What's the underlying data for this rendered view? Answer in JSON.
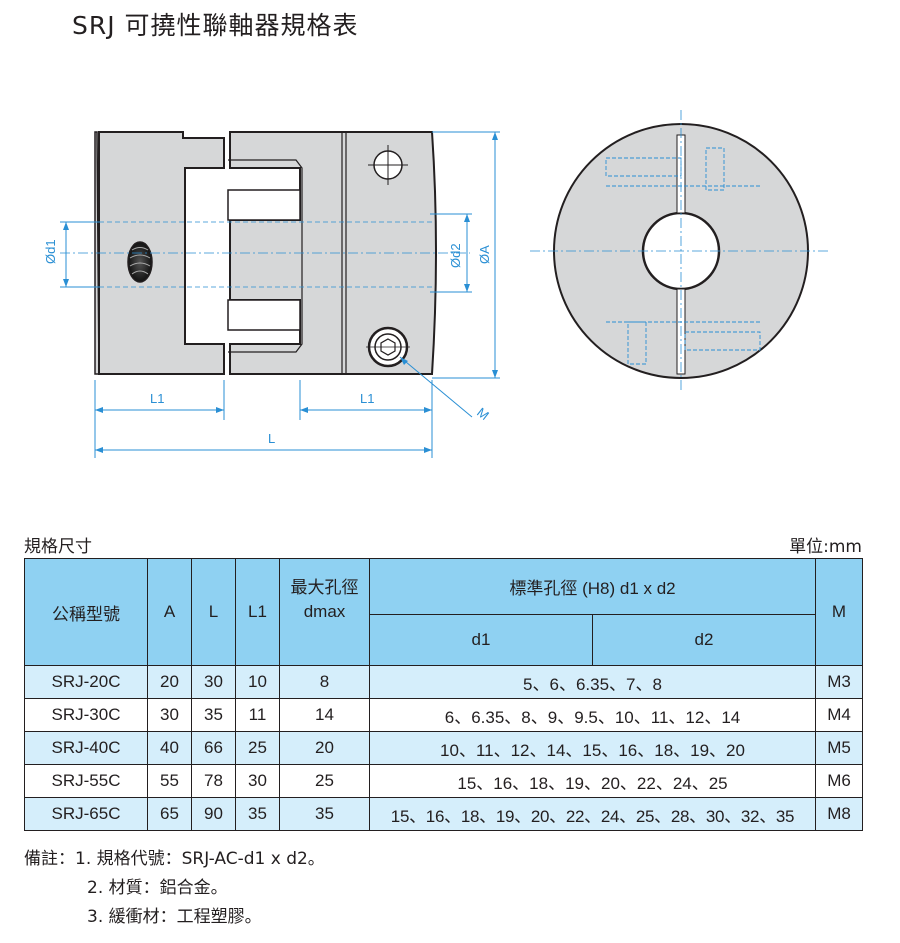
{
  "title": "SRJ 可撓性聯軸器規格表",
  "drawing": {
    "labels": {
      "d1": "Ød1",
      "d2": "Ød2",
      "a": "ØA",
      "l1_left": "L1",
      "l1_right": "L1",
      "l": "L",
      "m": "M"
    }
  },
  "section_label": "規格尺寸",
  "unit_label": "單位:mm",
  "table": {
    "headers": {
      "model": "公稱型號",
      "a": "A",
      "l": "L",
      "l1": "L1",
      "dmax_line1": "最大孔徑",
      "dmax_line2": "dmax",
      "bore": "標準孔徑 (H8) d1 x d2",
      "d1": "d1",
      "d2": "d2",
      "m": "M"
    },
    "rows": [
      {
        "model": "SRJ-20C",
        "a": "20",
        "l": "30",
        "l1": "10",
        "dmax": "8",
        "bore": "5、6、6.35、7、8",
        "m": "M3"
      },
      {
        "model": "SRJ-30C",
        "a": "30",
        "l": "35",
        "l1": "11",
        "dmax": "14",
        "bore": "6、6.35、8、9、9.5、10、11、12、14",
        "m": "M4"
      },
      {
        "model": "SRJ-40C",
        "a": "40",
        "l": "66",
        "l1": "25",
        "dmax": "20",
        "bore": "10、11、12、14、15、16、18、19、20",
        "m": "M5"
      },
      {
        "model": "SRJ-55C",
        "a": "55",
        "l": "78",
        "l1": "30",
        "dmax": "25",
        "bore": "15、16、18、19、20、22、24、25",
        "m": "M6"
      },
      {
        "model": "SRJ-65C",
        "a": "65",
        "l": "90",
        "l1": "35",
        "dmax": "35",
        "bore": "15、16、18、19、20、22、24、25、28、30、32、35",
        "m": "M8"
      }
    ]
  },
  "notes": {
    "prefix": "備註：",
    "items": [
      "1. 規格代號：SRJ-AC-d1 x d2。",
      "2. 材質：鋁合金。",
      "3. 緩衝材：工程塑膠。"
    ]
  },
  "colors": {
    "dimension": "#2a8fd4",
    "header_bg": "#8fd1f2",
    "alt_row_bg": "#d5eefb",
    "drawing_gray": "#d6d7d8",
    "line": "#231f20"
  }
}
